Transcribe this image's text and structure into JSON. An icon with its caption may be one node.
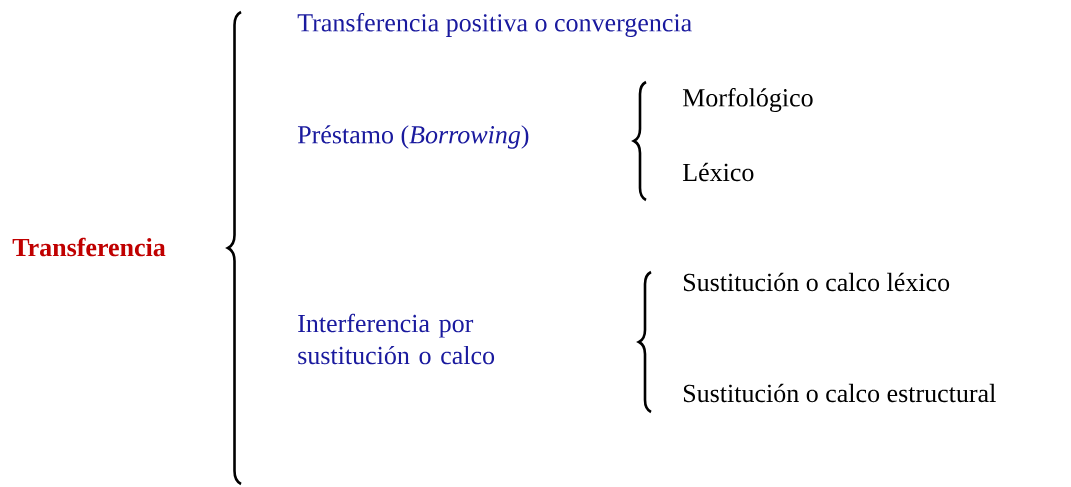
{
  "diagram": {
    "nodes": [
      {
        "text": [
          "Transferencia"
        ]
      },
      {
        "text": [
          "Transferencia positiva o convergencia"
        ]
      },
      {
        "text": [
          "Préstamo (*Borrowing*)"
        ]
      },
      {
        "text": [
          "Interferencia por sustitución o calco"
        ]
      },
      {
        "text": [
          "Morfológico"
        ]
      },
      {
        "text": [
          "Léxico"
        ]
      },
      {
        "text": [
          "Sustitución o calco léxico"
        ]
      },
      {
        "text": [
          "Sustitución o calco estructural"
        ]
      }
    ]
  }
}
